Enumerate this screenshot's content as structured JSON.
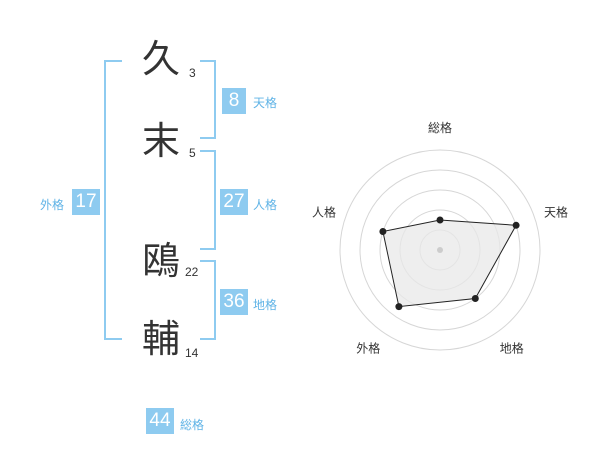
{
  "name_chars": [
    {
      "char": "久",
      "strokes": "3"
    },
    {
      "char": "末",
      "strokes": "5"
    },
    {
      "char": "鴎",
      "strokes": "22"
    },
    {
      "char": "輔",
      "strokes": "14"
    }
  ],
  "fortunes": {
    "tenkaku": {
      "value": "8",
      "label": "天格"
    },
    "jinkaku": {
      "value": "27",
      "label": "人格"
    },
    "chikaku": {
      "value": "36",
      "label": "地格"
    },
    "gaikaku": {
      "value": "17",
      "label": "外格"
    },
    "soukaku": {
      "value": "44",
      "label": "総格"
    }
  },
  "colors": {
    "accent": "#8ecbf0",
    "accent_text": "#5fb3e6",
    "radar_fill": "#e8e8e8"
  },
  "chart_data": {
    "type": "radar",
    "axes": [
      "総格",
      "天格",
      "地格",
      "外格",
      "人格"
    ],
    "values": [
      1.5,
      4,
      3,
      3.5,
      3
    ],
    "max": 5,
    "grid": true
  }
}
